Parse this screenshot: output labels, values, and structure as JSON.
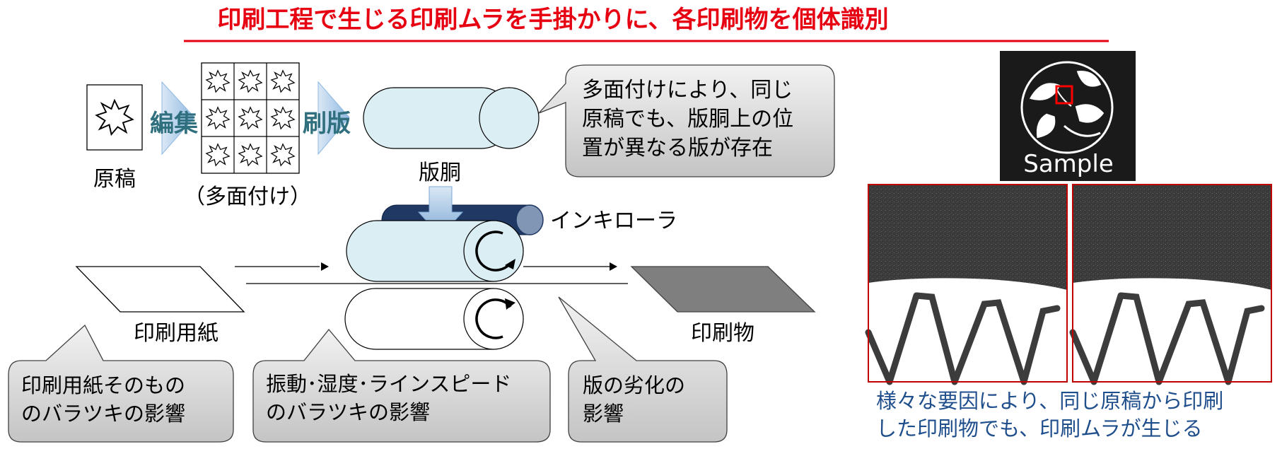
{
  "title": "印刷工程で生じる印刷ムラを手掛かりに、各印刷物を個体識別",
  "process": {
    "original_label": "原稿",
    "edit_label": "編集",
    "layout_label": "（多面付け）",
    "platemaking_label": "刷版",
    "plate_cylinder_label": "版胴",
    "ink_roller_label": "インキローラ",
    "paper_label": "印刷用紙",
    "printed_label": "印刷物"
  },
  "callouts": {
    "multi_imposition": [
      "多面付けにより、同じ",
      "原稿でも、版胴上の位",
      "置が異なる版が存在"
    ],
    "paper_variation": [
      "印刷用紙そのもの",
      "のバラツキの影響"
    ],
    "machine_variation": [
      "振動･湿度･ラインスピード",
      "のバラツキの影響"
    ],
    "plate_degradation": [
      "版の劣化の",
      "影響"
    ]
  },
  "sample": {
    "logo_text": "Sample",
    "caption": [
      "様々な要因により、同じ原稿から印刷",
      "した印刷物でも、印刷ムラが生じる"
    ]
  },
  "colors": {
    "title_red": "#e60012",
    "edit_teal": "#2f6f7e",
    "caption_blue": "#1f4e8c",
    "cylinder_fill": "#dbeef4",
    "arrow_blue": "#9dc3e6",
    "ink_roller_dark": "#1f3864",
    "callout_fill": "#d9d9d9",
    "printed_sheet": "#7f7f7f",
    "zoom_border": "#c00000"
  }
}
